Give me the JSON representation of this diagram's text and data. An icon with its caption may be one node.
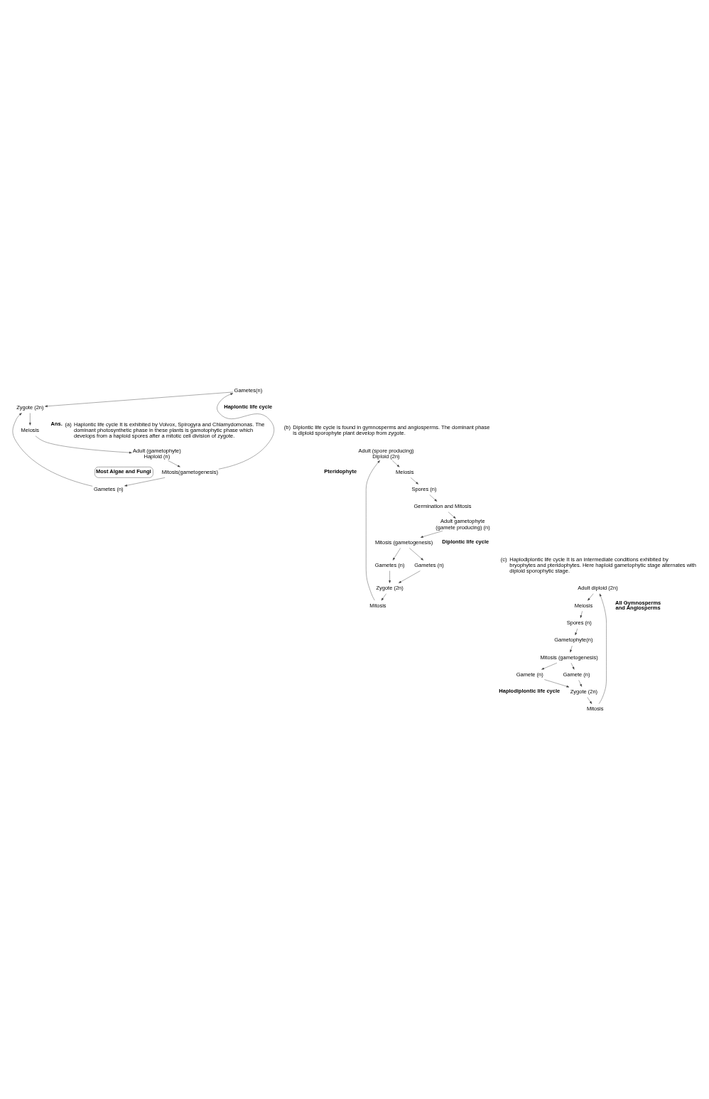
{
  "diagram": {
    "nodes": [
      {
        "text": [
          "Adult (gametophyte) Haploid (n)"
        ]
      },
      {
        "text": [
          "Mitosis(gametogenesis)"
        ]
      },
      {
        "text": [
          "Gametes (n)"
        ]
      },
      {
        "text": [
          "Gametes(n)"
        ]
      },
      {
        "text": [
          "Zygote (2n)"
        ]
      },
      {
        "text": [
          "Meiosis"
        ]
      },
      {
        "text": [
          "Most Algae and Fungi"
        ]
      },
      {
        "text": [
          "Adult (spore producing) Diploid (2n)"
        ]
      },
      {
        "text": [
          "Meiosis"
        ]
      },
      {
        "text": [
          "Spores (n)"
        ]
      },
      {
        "text": [
          "Germination and Mitosis"
        ]
      },
      {
        "text": [
          "Adult gametophyte (gamete producing) (n)"
        ]
      },
      {
        "text": [
          "Mitosis (gametogenesis)"
        ]
      },
      {
        "text": [
          "Gametes (n)"
        ]
      },
      {
        "text": [
          "Gametes (n)"
        ]
      },
      {
        "text": [
          "Zygote (2n)"
        ]
      },
      {
        "text": [
          "Mitosis"
        ]
      },
      {
        "text": [
          "Adult diploid (2n)"
        ]
      },
      {
        "text": [
          "Meiosis"
        ]
      },
      {
        "text": [
          "Spores (n)"
        ]
      },
      {
        "text": [
          "Gametophyte(n)"
        ]
      },
      {
        "text": [
          "Mitosis (gametogenesis)"
        ]
      },
      {
        "text": [
          "Gamete (n)"
        ]
      },
      {
        "text": [
          "Gamete (n)"
        ]
      },
      {
        "text": [
          "Zygote (2n)"
        ]
      },
      {
        "text": [
          "Mitosis"
        ]
      }
    ],
    "edges": [
      {
        "from": 0,
        "to": 1,
        "arrow": "to"
      },
      {
        "from": 1,
        "to": 2,
        "arrow": "to"
      },
      {
        "from": 1,
        "to": 3,
        "arrow": "to"
      },
      {
        "from": 2,
        "to": 4,
        "arrow": "to"
      },
      {
        "from": 3,
        "to": 4,
        "arrow": "to"
      },
      {
        "from": 4,
        "to": 5,
        "arrow": "to"
      },
      {
        "from": 5,
        "to": 0,
        "arrow": "to"
      },
      {
        "from": 7,
        "to": 8,
        "arrow": "to"
      },
      {
        "from": 8,
        "to": 9,
        "arrow": "to"
      },
      {
        "from": 9,
        "to": 10,
        "arrow": "to"
      },
      {
        "from": 10,
        "to": 11,
        "arrow": "to"
      },
      {
        "from": 11,
        "to": 12,
        "arrow": "to"
      },
      {
        "from": 12,
        "to": 13,
        "arrow": "to"
      },
      {
        "from": 12,
        "to": 14,
        "arrow": "to"
      },
      {
        "from": 13,
        "to": 15,
        "arrow": "to"
      },
      {
        "from": 14,
        "to": 15,
        "arrow": "to"
      },
      {
        "from": 15,
        "to": 16,
        "arrow": "to"
      },
      {
        "from": 16,
        "to": 7,
        "arrow": "to"
      },
      {
        "from": 17,
        "to": 18,
        "arrow": "to"
      },
      {
        "from": 18,
        "to": 19,
        "arrow": "to"
      },
      {
        "from": 19,
        "to": 20,
        "arrow": "to"
      },
      {
        "from": 20,
        "to": 21,
        "arrow": "to"
      },
      {
        "from": 21,
        "to": 22,
        "arrow": "to"
      },
      {
        "from": 21,
        "to": 23,
        "arrow": "to"
      },
      {
        "from": 22,
        "to": 24,
        "arrow": "to"
      },
      {
        "from": 23,
        "to": 24,
        "arrow": "to"
      },
      {
        "from": 24,
        "to": 25,
        "arrow": "to"
      },
      {
        "from": 25,
        "to": 17,
        "arrow": "to"
      }
    ],
    "labels": [
      "Ans.",
      "(a)",
      "Haplontic life cycle It is exhibited by Volvox, Spirogyra and Chlamydomonas. The dominant photosynthetic phase in these plants is gamotophytic phase which develops from a haploid spores after a mitotic cell division of zygote.",
      "Haplontic life cycle",
      "(b)",
      "Diplontic life cycle is found in gymnosperms and angiosperms. The dominant phase is diploid sporophyte plant develop from zygote.",
      "Pteridophyte",
      "Diplontic life cycle",
      "(c)",
      "Haplodiplontic life cycle It is an intermediate conditions exhibited by bryophytes and pteridophytes. Here haploid gametophytic stage alternates with diploid sporophytic stage.",
      "All Gymnosperms and Angiosperms",
      "Haplodiplontic life cycle"
    ]
  }
}
